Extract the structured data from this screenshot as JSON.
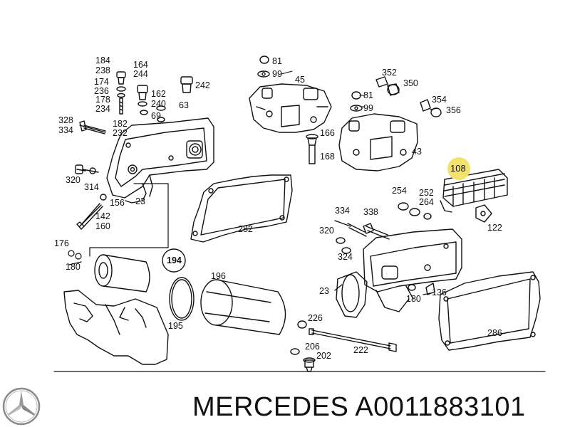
{
  "callouts": {
    "c184": "184",
    "c238": "238",
    "c174": "174",
    "c236": "236",
    "c178": "178",
    "c234": "234",
    "c164": "164",
    "c244": "244",
    "c162": "162",
    "c240": "240",
    "c69": "69",
    "c63": "63",
    "c242": "242",
    "c328": "328",
    "c334a": "334",
    "c182": "182",
    "c232": "232",
    "c320a": "320",
    "c314": "314",
    "c156": "156",
    "c23a": "23",
    "c142": "142",
    "c160": "160",
    "c81a": "81",
    "c99a": "99",
    "c45": "45",
    "c81b": "81",
    "c99b": "99",
    "c166": "166",
    "c168": "168",
    "c43": "43",
    "c352": "352",
    "c350": "350",
    "c354": "354",
    "c356": "356",
    "c108": "108",
    "c254": "254",
    "c252": "252",
    "c264": "264",
    "c122": "122",
    "c282": "282",
    "c334b": "334",
    "c338": "338",
    "c320b": "320",
    "c324": "324",
    "c176": "176",
    "c180a": "180",
    "c194": "194",
    "c196": "196",
    "c195": "195",
    "c23b": "23",
    "c180b": "180",
    "c136": "136",
    "c226": "226",
    "c206": "206",
    "c202": "202",
    "c222": "222",
    "c286": "286"
  },
  "brand_text": "MERCEDES A0011883101",
  "colors": {
    "line": "#111111",
    "highlight": "#f3e36d",
    "background": "#ffffff"
  },
  "logo_icon": "mercedes-star-icon"
}
